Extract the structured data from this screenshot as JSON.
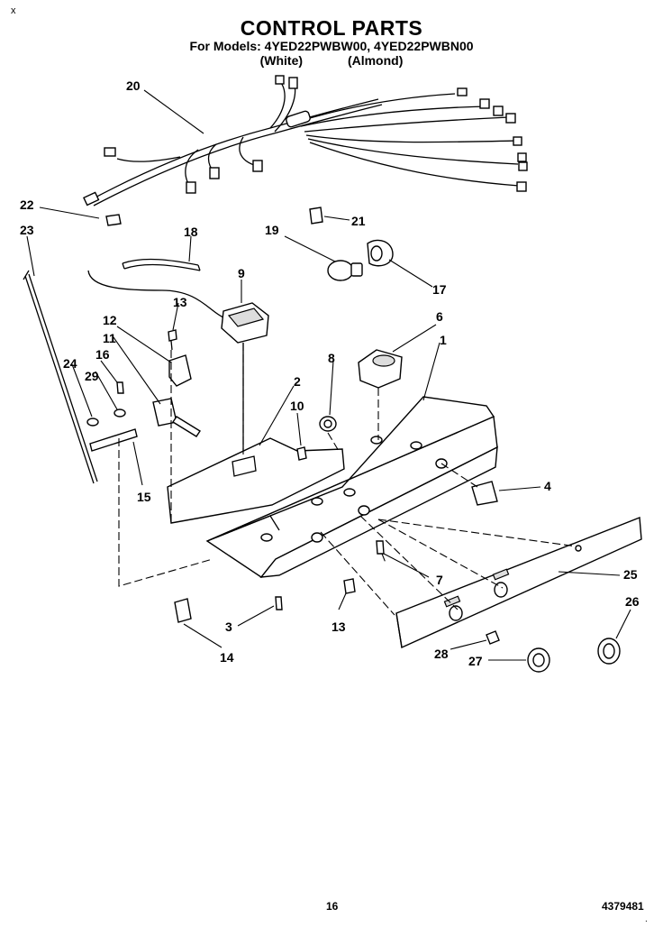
{
  "header": {
    "title": "CONTROL PARTS",
    "models_line": "For Models: 4YED22PWBW00, 4YED22PWBN00",
    "color_white": "(White)",
    "color_almond": "(Almond)"
  },
  "corner_mark": "x",
  "footer": {
    "page_number": "16",
    "document_number": "4379481",
    "corner_mark": "."
  },
  "callouts": [
    "20",
    "22",
    "23",
    "21",
    "19",
    "18",
    "17",
    "9",
    "13",
    "12",
    "11",
    "16",
    "24",
    "29",
    "6",
    "8",
    "1",
    "2",
    "10",
    "15",
    "4",
    "7",
    "25",
    "26",
    "3",
    "13",
    "14",
    "28",
    "27"
  ]
}
